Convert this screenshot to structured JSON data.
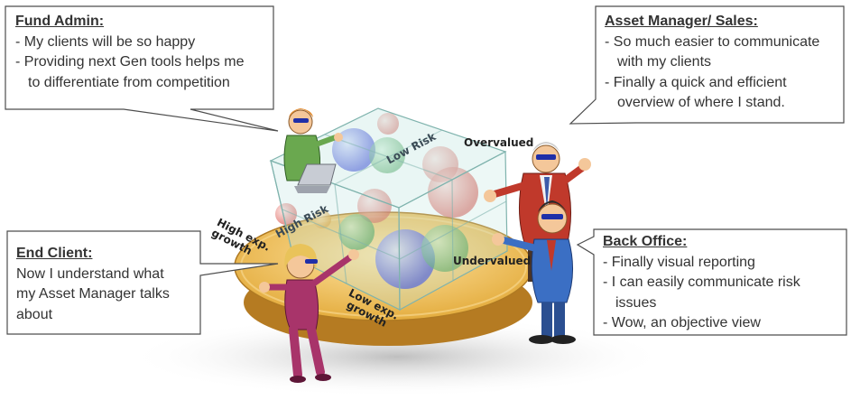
{
  "callouts": {
    "fund_admin": {
      "title": "Fund Admin:",
      "lines": [
        "- My clients will be so happy",
        "- Providing next Gen tools helps me",
        "to differentiate from competition"
      ]
    },
    "asset_manager": {
      "title": "Asset Manager/ Sales:",
      "lines": [
        "- So much easier to communicate",
        "with my clients",
        "- Finally a quick and efficient",
        "overview of where I stand."
      ]
    },
    "end_client": {
      "title": "End Client:",
      "lines": [
        "Now I understand what",
        "my Asset Manager talks",
        "about"
      ]
    },
    "back_office": {
      "title": "Back Office:",
      "lines": [
        "- Finally visual reporting",
        "- I can easily communicate risk",
        "issues",
        "- Wow, an objective view"
      ]
    }
  },
  "cube_labels": {
    "overvalued": "Overvalued",
    "undervalued": "Undervalued",
    "low_risk": "Low Risk",
    "high_risk": "High Risk",
    "high_growth_1": "High exp.",
    "high_growth_2": "growth",
    "low_growth_1": "Low exp.",
    "low_growth_2": "growth"
  },
  "colors": {
    "callout_border": "#4d4d4d",
    "text": "#333333",
    "table": "#e8b84e",
    "cube_fill": "#bfe6e0",
    "cube_edge": "#7fb3ad"
  }
}
